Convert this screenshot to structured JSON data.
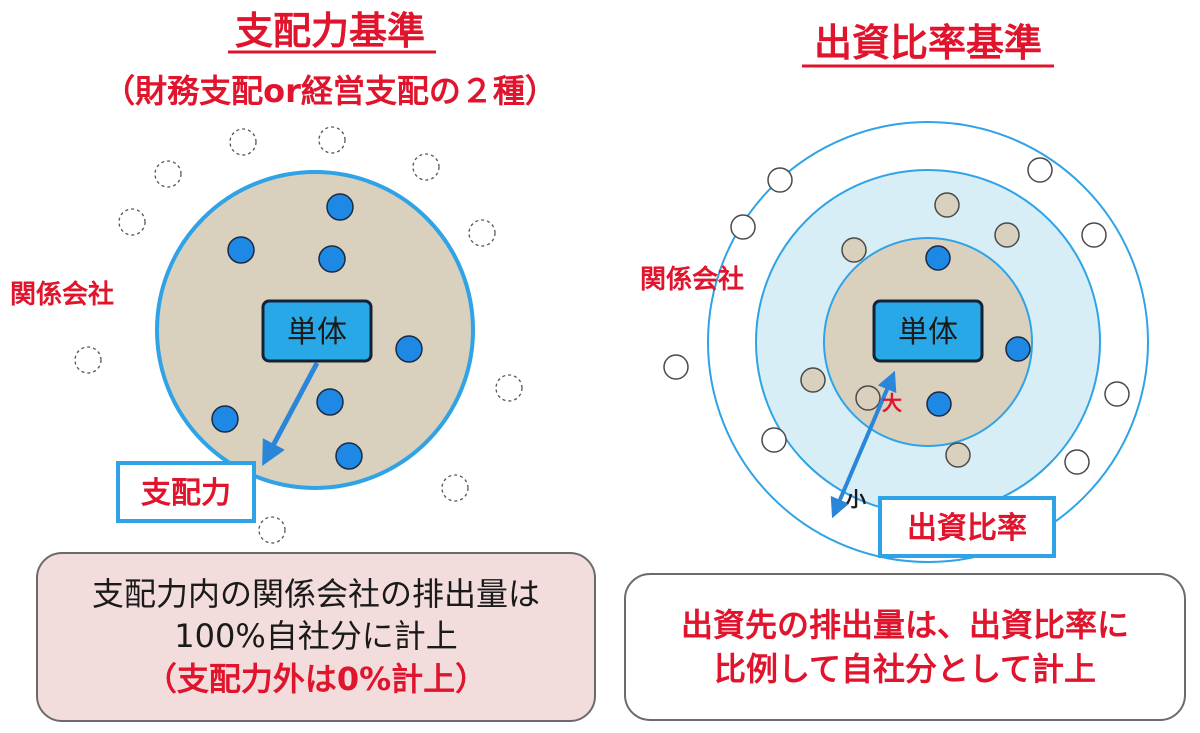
{
  "left": {
    "title": "支配力基準",
    "subtitle": "（財務支配or経営支配の２種）",
    "side_label": "関係会社",
    "center_label": "単体",
    "arrow_label": "支配力",
    "box_line1": "支配力内の関係会社の排出量は",
    "box_line2": "100%自社分に計上",
    "box_line3": "（支配力外は0%計上）"
  },
  "right": {
    "title": "出資比率基準",
    "side_label": "関係会社",
    "center_label": "単体",
    "arrow_label": "出資比率",
    "big_label": "大",
    "small_label": "小",
    "box_line1": "出資先の排出量は、出資比率に",
    "box_line2": "比例して自社分として計上"
  },
  "colors": {
    "title_red": "#e0142c",
    "blue_border": "#2fa3e6",
    "tan_fill": "#d9d1bd",
    "light_blue": "#d8eef7",
    "dot_blue": "#1e88e5",
    "center_box": "#29a8e8",
    "arrow_blue": "#2a86d8"
  }
}
